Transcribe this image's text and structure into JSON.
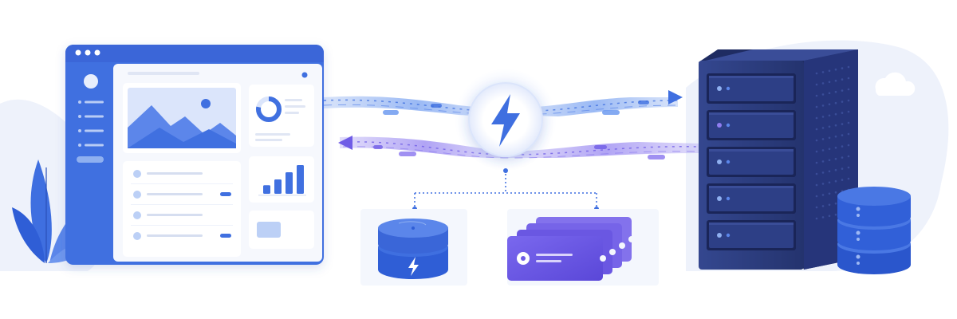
{
  "palette": {
    "background": "#ffffff",
    "blob": "#eef2fb",
    "primary": "#3f6fe0",
    "primary_light": "#8fb0f0",
    "primary_pale": "#dfe8fb",
    "violet": "#6f5ce6",
    "violet_light": "#a99cf2",
    "navy": "#2a3a7a",
    "navy_dark": "#1f2c62",
    "card": "#f4f7fd",
    "line": "#d6def0"
  },
  "icons": {
    "hub": "lightning-bolt-icon",
    "cache": "lightning-bolt-icon",
    "request_direction": "arrow-right-icon",
    "response_direction": "arrow-left-icon",
    "cloud": "cloud-icon"
  },
  "dashboard": {
    "nav_item_count": 5,
    "selected_nav_index": 4,
    "bar_chart_levels": [
      0.3,
      0.5,
      0.75,
      1.0
    ],
    "donut_fill": 0.78,
    "list_row_count": 4
  },
  "server": {
    "drive_count": 5
  },
  "queue": {
    "message_card_count": 4
  },
  "database_stack": {
    "disk_count": 3
  }
}
